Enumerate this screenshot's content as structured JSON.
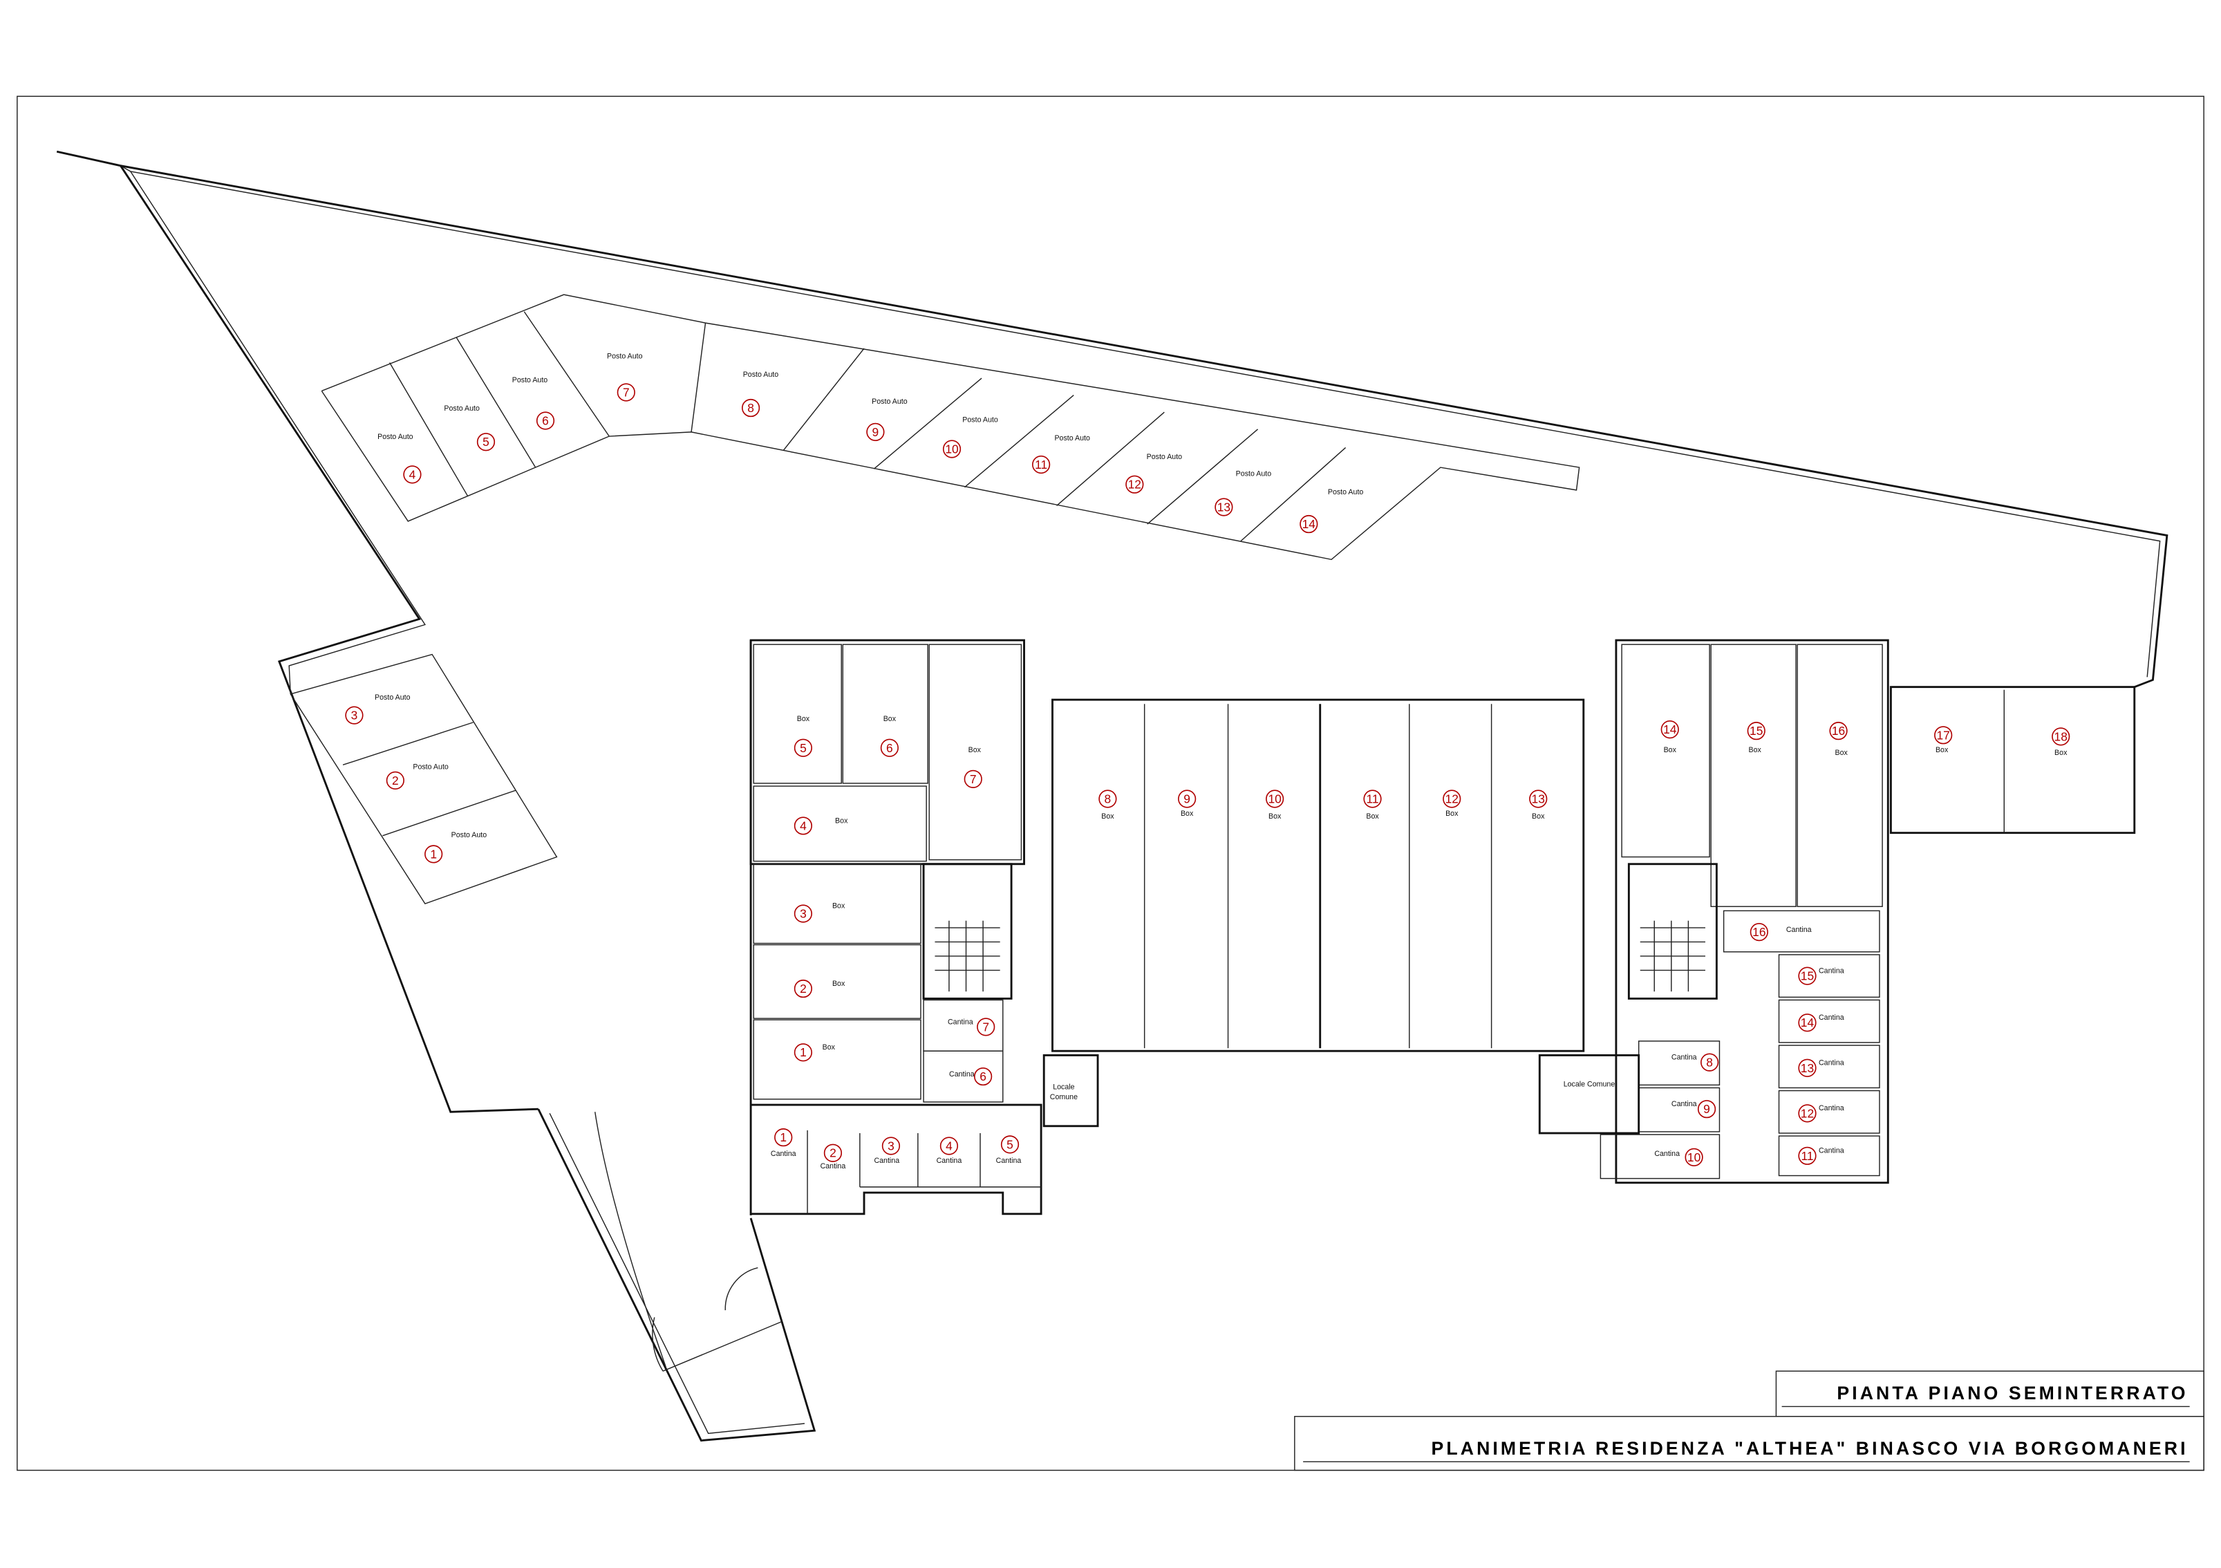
{
  "title_block": {
    "drawing_title": "PIANTA PIANO SEMINTERRATO",
    "project_title": "PLANIMETRIA RESIDENZA \"ALTHEA\"  BINASCO VIA BORGOMANERI"
  },
  "labels": {
    "parking": "Posto Auto",
    "box": "Box",
    "cellar": "Cantina",
    "common_room": "Locale Comune",
    "common_room_l1": "Locale",
    "common_room_l2": "Comune"
  },
  "parking_spaces": [
    "1",
    "2",
    "3",
    "4",
    "5",
    "6",
    "7",
    "8",
    "9",
    "10",
    "11",
    "12",
    "13",
    "14"
  ],
  "garages": [
    "1",
    "2",
    "3",
    "4",
    "5",
    "6",
    "7",
    "8",
    "9",
    "10",
    "11",
    "12",
    "13",
    "14",
    "15",
    "16",
    "17",
    "18"
  ],
  "cellars": [
    "1",
    "2",
    "3",
    "4",
    "5",
    "6",
    "7",
    "8",
    "9",
    "10",
    "11",
    "12",
    "13",
    "14",
    "15",
    "16"
  ],
  "colors": {
    "number": "#b00000",
    "line": "#111111"
  }
}
